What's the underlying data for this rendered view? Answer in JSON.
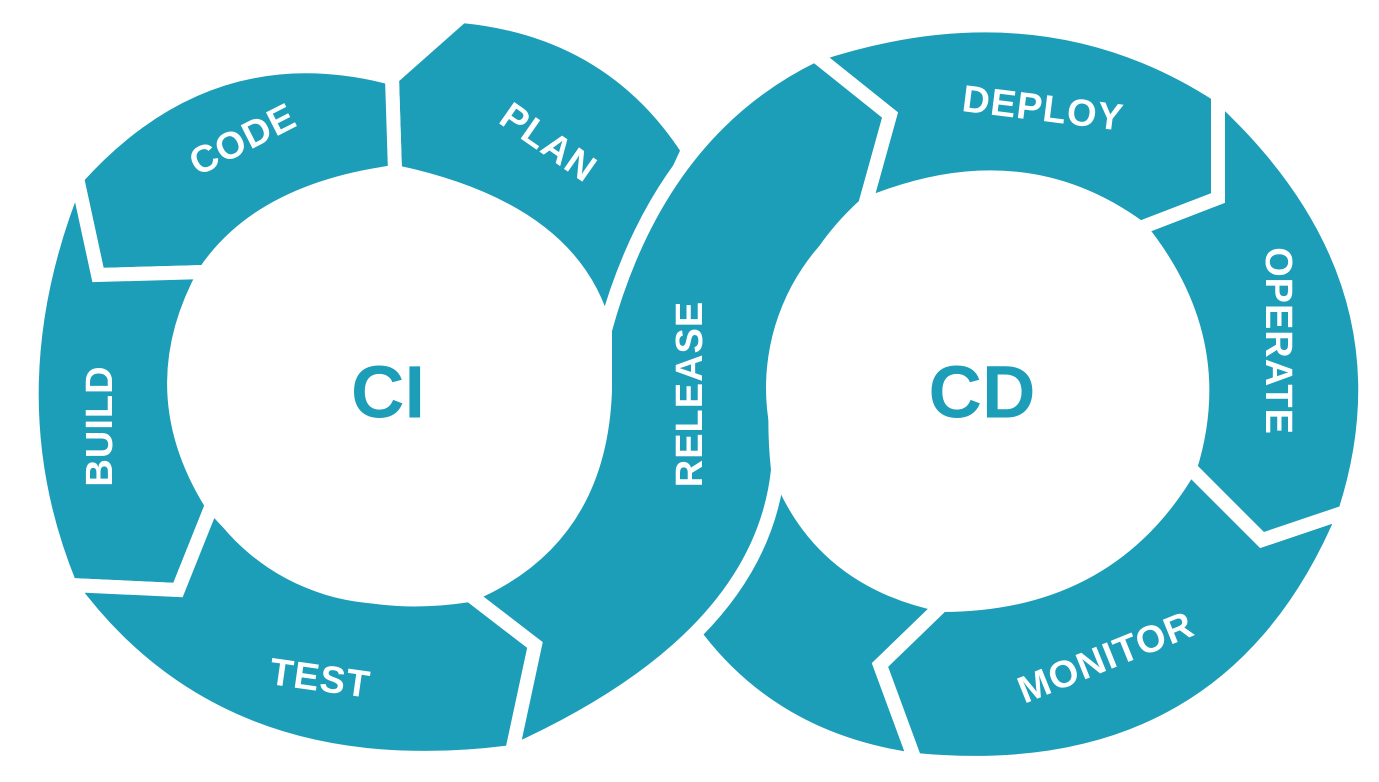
{
  "diagram": {
    "loops": [
      {
        "id": "ci",
        "label": "CI",
        "stages": [
          "PLAN",
          "CODE",
          "BUILD",
          "TEST",
          "RELEASE"
        ]
      },
      {
        "id": "cd",
        "label": "CD",
        "stages": [
          "DEPLOY",
          "OPERATE",
          "MONITOR"
        ]
      }
    ],
    "colors": {
      "ring": "#1c9db8",
      "background": "#ffffff",
      "hub_text": "#1c9db8",
      "stage_text": "#ffffff"
    }
  }
}
